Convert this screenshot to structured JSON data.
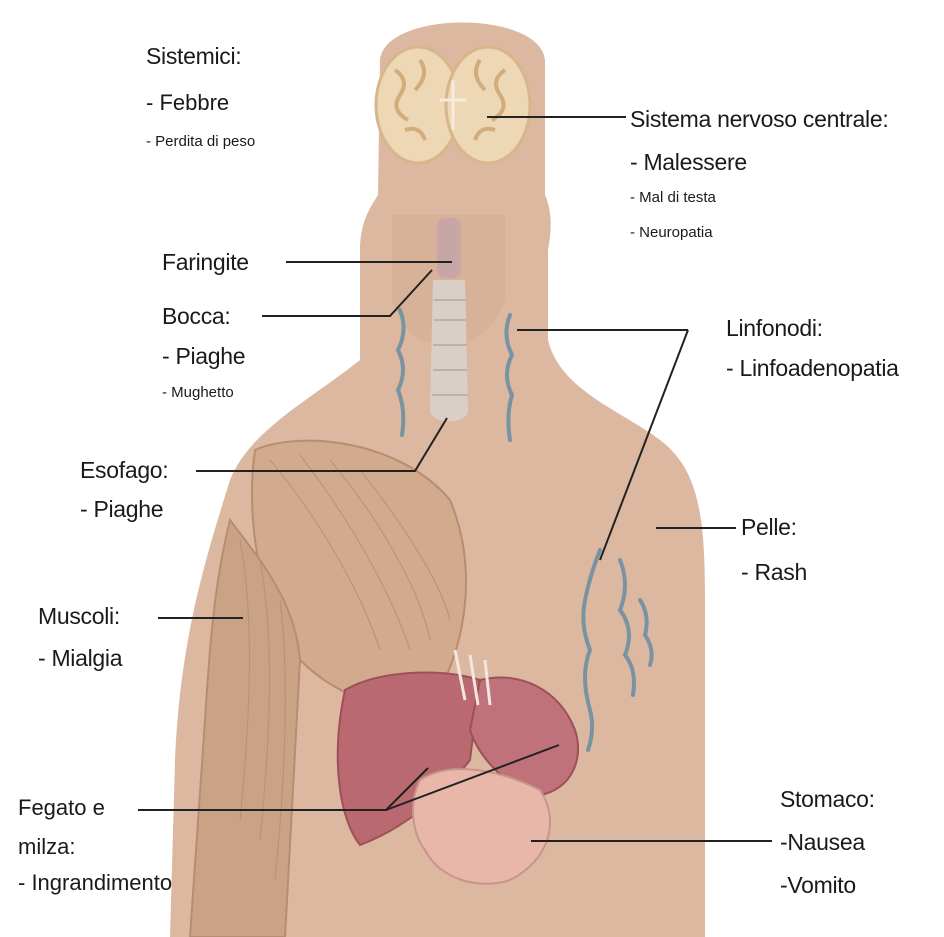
{
  "labels": {
    "systemic": {
      "title": "Sistemici:",
      "items": [
        "- Febbre",
        "- Perdita di peso"
      ]
    },
    "cns": {
      "title": "Sistema nervoso centrale:",
      "items": [
        "- Malessere",
        "- Mal di testa",
        "- Neuropatia"
      ]
    },
    "pharynx": {
      "title": "Faringite"
    },
    "mouth": {
      "title": "Bocca:",
      "items": [
        "- Piaghe",
        "- Mughetto"
      ]
    },
    "lymph": {
      "title": "Linfonodi:",
      "items": [
        "- Linfoadenopatia"
      ]
    },
    "esophagus": {
      "title": "Esofago:",
      "items": [
        "- Piaghe"
      ]
    },
    "skin": {
      "title": "Pelle:",
      "items": [
        "- Rash"
      ]
    },
    "muscles": {
      "title": "Muscoli:",
      "items": [
        "- Mialgia"
      ]
    },
    "liver_spleen": {
      "title_line1": "Fegato e",
      "title_line2": "milza:",
      "items": [
        "- Ingrandimento"
      ]
    },
    "stomach": {
      "title": "Stomaco:",
      "items": [
        "-Nausea",
        "-Vomito"
      ]
    }
  },
  "colors": {
    "body": "#dcb8a0",
    "brain": "#edd7b4",
    "muscle": "#d2aa8e",
    "liver": "#b9696f",
    "stomach": "#e8b7aa",
    "lymph": "#7a93a2",
    "leader_line": "#222222"
  }
}
